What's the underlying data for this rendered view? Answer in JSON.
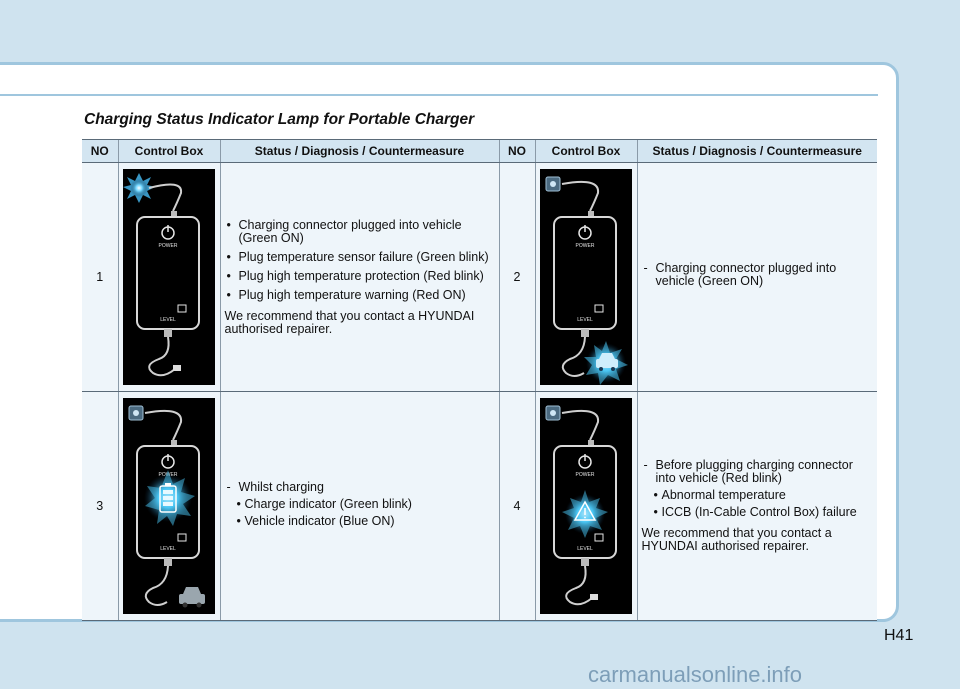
{
  "title": "Charging Status Indicator Lamp for Portable Charger",
  "table": {
    "headers": [
      "NO",
      "Control Box",
      "Status / Diagnosis / Countermeasure",
      "NO",
      "Control Box",
      "Status / Diagnosis / Countermeasure"
    ],
    "device_labels": {
      "power": "POWER",
      "level": "LEVEL"
    },
    "rows": [
      {
        "left": {
          "no": "1",
          "items": [
            "Charging connector plugged into vehicle (Green ON)",
            "Plug temperature sensor failure (Green blink)",
            "Plug high temperature protection (Red blink)",
            "Plug high temperature warning (Red ON)"
          ],
          "note": "We recommend that you contact a HYUNDAI authorised repairer."
        },
        "right": {
          "no": "2",
          "dash": "Charging connector plugged into vehicle (Green ON)"
        }
      },
      {
        "left": {
          "no": "3",
          "dash": "Whilst charging",
          "sub_items": [
            "Charge indicator (Green blink)",
            "Vehicle indicator (Blue ON)"
          ]
        },
        "right": {
          "no": "4",
          "dash": "Before plugging charging connector into vehicle (Red blink)",
          "sub_items": [
            "Abnormal temperature",
            "ICCB (In-Cable Control Box) failure"
          ],
          "note": "We recommend that you contact a HYUNDAI authorised repairer."
        }
      }
    ]
  },
  "page_number": "H41",
  "watermark": "carmanualsonline.info"
}
